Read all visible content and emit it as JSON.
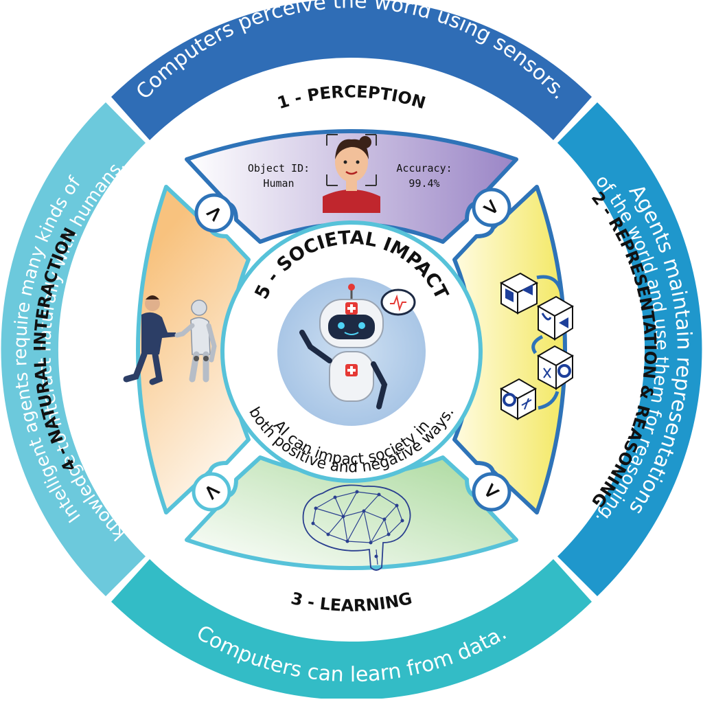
{
  "colors": {
    "perception": "#2f6db6",
    "representation": "#1f97cc",
    "learning": "#33bcc6",
    "interaction": "#6cc9dc",
    "connector": "#2e73b8",
    "connector_light": "#57c2d9"
  },
  "outer": {
    "perception": "Computers perceive the world using sensors.",
    "representation_line1": "Agents maintain representations",
    "representation_line2": "of the world and use them for reasoning.",
    "learning": "Computers can learn from data.",
    "interaction_line1": "Intelligent agents require many kinds of",
    "interaction_line2": "knowledge to interact naturally with humans."
  },
  "sections": {
    "perception": "1 - PERCEPTION",
    "representation": "2 - REPRESENTATION & REASONING",
    "learning": "3 - LEARNING",
    "interaction": "4 - NATURAL INTERACTION"
  },
  "hub": {
    "title": "5 - SOCIETAL IMPACT",
    "line1": "AI can impact society in",
    "line2": "both positive and negative ways."
  },
  "perception_panel": {
    "object_label": "Object ID:",
    "object_value": "Human",
    "accuracy_label": "Accuracy:",
    "accuracy_value": "99.4%"
  },
  "arrows": {
    "tl": ">",
    "tr": ">",
    "bl": ">",
    "br": ">"
  }
}
